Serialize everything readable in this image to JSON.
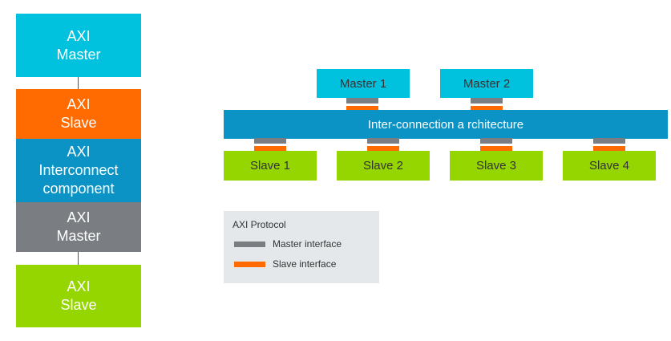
{
  "colors": {
    "cyan": "#00c1de",
    "orange": "#ff6b00",
    "blue": "#0a93c4",
    "gray": "#7a7d82",
    "green": "#95d600",
    "legend_bg": "#e4e8ea"
  },
  "stack": {
    "axi_master_top": "AXI\nMaster",
    "axi_slave_top": "AXI\nSlave",
    "interconnect": "AXI\nInterconnect\ncomponent",
    "axi_master_bottom": "AXI\nMaster",
    "axi_slave_bottom": "AXI\nSlave"
  },
  "diagram": {
    "masters": [
      "Master 1",
      "Master 2"
    ],
    "interconnect": "Inter-connection a rchitecture",
    "slaves": [
      "Slave 1",
      "Slave 2",
      "Slave 3",
      "Slave 4"
    ]
  },
  "legend": {
    "title": "AXI Protocol",
    "master_interface": "Master interface",
    "slave_interface": "Slave interface"
  }
}
